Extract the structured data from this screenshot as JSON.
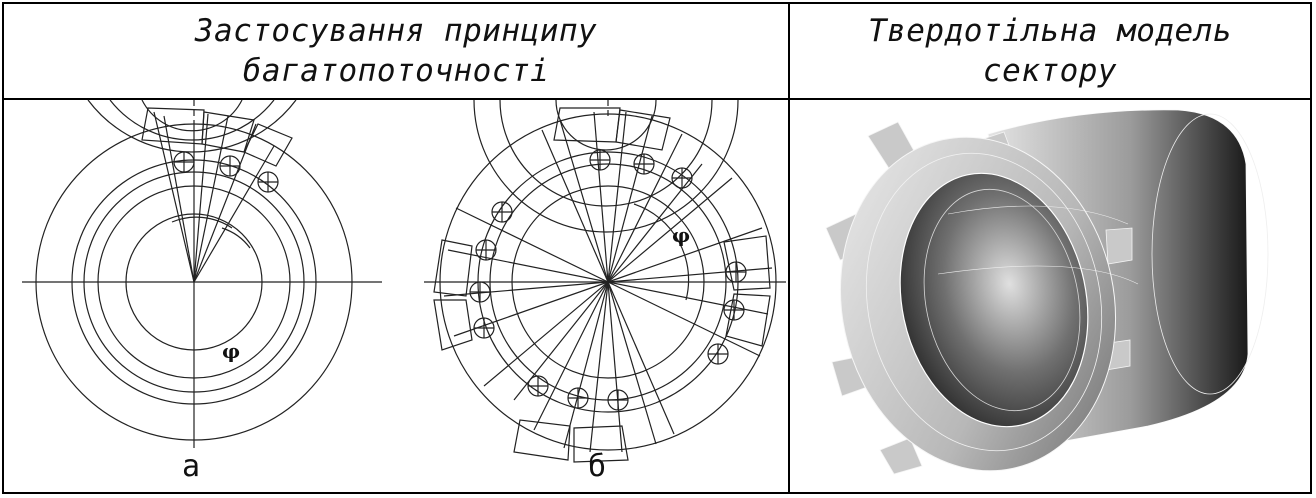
{
  "table": {
    "header_left_line1": "Застосування принципу",
    "header_left_line2": "багатопоточності",
    "header_right_line1": "Твердотільна модель",
    "header_right_line2": "сектору"
  },
  "figures": {
    "a": {
      "caption": "а",
      "angle_symbol": "φ"
    },
    "b": {
      "caption": "б",
      "angle_symbol": "φ"
    }
  }
}
